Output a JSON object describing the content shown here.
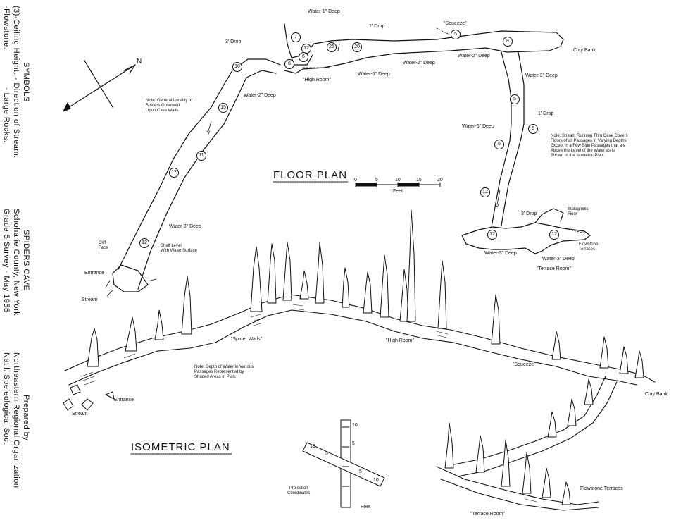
{
  "titles": {
    "floor_plan": "FLOOR PLAN",
    "isometric_plan": "ISOMETRIC PLAN"
  },
  "legend": {
    "symbols_title": "SYMBOLS",
    "ceiling": "(3)-Ceiling Height.",
    "stream_direction": "- Direction of Stream.",
    "flowstone": "-Flowstone.",
    "large_rocks": "- Large Rocks."
  },
  "cave_info": {
    "name": "SPIDERS CAVE",
    "location": "Schoharie County, New York",
    "survey": "Grade 5 Survey - May 1955"
  },
  "credit": {
    "line1": "Prepared by",
    "line2": "Northeastern Regional Organization",
    "line3": "Nat'l. Speleological Soc."
  },
  "compass": {
    "north": "N"
  },
  "scale": {
    "ticks": [
      "0",
      "5",
      "10",
      "15",
      "20"
    ],
    "unit": "Feet"
  },
  "floor_labels": {
    "water_1in": "Water-1\" Deep",
    "drop_1ft_a": "1' Drop",
    "squeeze": "\"Squeeze\"",
    "drop_3ft_a": "3' Drop",
    "clay_bank": "Clay Bank",
    "water_2in_a": "Water-2\" Deep",
    "water_2in_b": "Water-2\" Deep",
    "water_6in_a": "Water-6\" Deep",
    "high_room": "\"High Room\"",
    "water_3in_a": "Water-3\" Deep",
    "drop_1ft_b": "1' Drop",
    "water_6in_b": "Water-6\" Deep",
    "water_2in_c": "Water-2\" Deep",
    "spider_note": "Note: General Locality of\nSpiders Observed\nUpon Cave Walls.",
    "stream_note": "Note: Stream Running Thru Cave Covers\nFloors of all Passages in Varying Depths\nExcept in a Few Side Passages that are\nAbove the Level of the Water as is\nShown in the Isometric Plan.",
    "drop_3ft_b": "3' Drop",
    "stalagmitic": "Stalagmitic\nFloor",
    "flowstone_terraces": "Flowstone\nTerraces",
    "water_3in_b": "Water-3\" Deep",
    "water_3in_c": "Water-3\" Deep",
    "terrace_room": "\"Terrace Room\"",
    "water_3in_d": "Water-3\" Deep",
    "cliff_face": "Cliff\nFace",
    "shelf_level": "Shelf Level\nWith Water Surface",
    "entrance": "Entrance",
    "stream": "Stream"
  },
  "ceiling_heights": [
    "7",
    "12",
    "25",
    "20",
    "5",
    "8",
    "10",
    "6",
    "6",
    "15",
    "11",
    "12",
    "12",
    "5",
    "6",
    "5",
    "12",
    "12",
    "12"
  ],
  "iso_labels": {
    "spider_walls": "\"Spider Walls\"",
    "high_room": "\"High Room\"",
    "squeeze": "\"Squeeze\"",
    "clay_bank": "Clay Bank",
    "depth_note": "Note: Depth of Water in Various\nPassages Represented by\nShaded Areas in Plan.",
    "entrance": "Entrance",
    "stream": "Stream",
    "flowstone_terraces": "Flowstone Terraces",
    "terrace_room": "\"Terrace Room\"",
    "projection": "Projection\nCoordinates",
    "feet": "Feet",
    "proj_ticks": [
      "10",
      "5",
      "5",
      "10",
      "5",
      "10"
    ]
  }
}
